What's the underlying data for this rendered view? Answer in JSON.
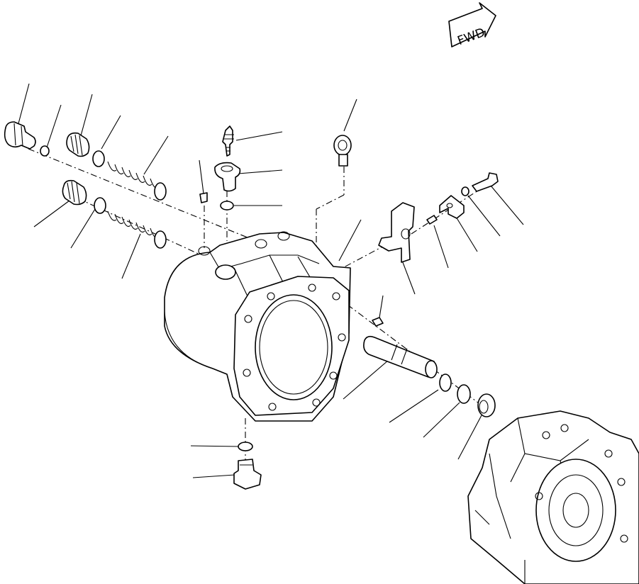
{
  "direction_badge": {
    "label": "FWD"
  },
  "colors": {
    "line": "#000000",
    "background": "#ffffff"
  },
  "parts": [
    "plug-top-left",
    "o-ring",
    "plug",
    "o-ring",
    "spring-set",
    "plug",
    "o-ring",
    "spring-set",
    "sensor",
    "fitting",
    "o-ring",
    "eye-bolt",
    "bracket",
    "pin",
    "clamp",
    "washer",
    "bolt",
    "small-plug",
    "spool",
    "o-ring",
    "snap-ring",
    "cap",
    "o-ring-bottom",
    "drain-plug",
    "pump-housing",
    "main-pump"
  ]
}
